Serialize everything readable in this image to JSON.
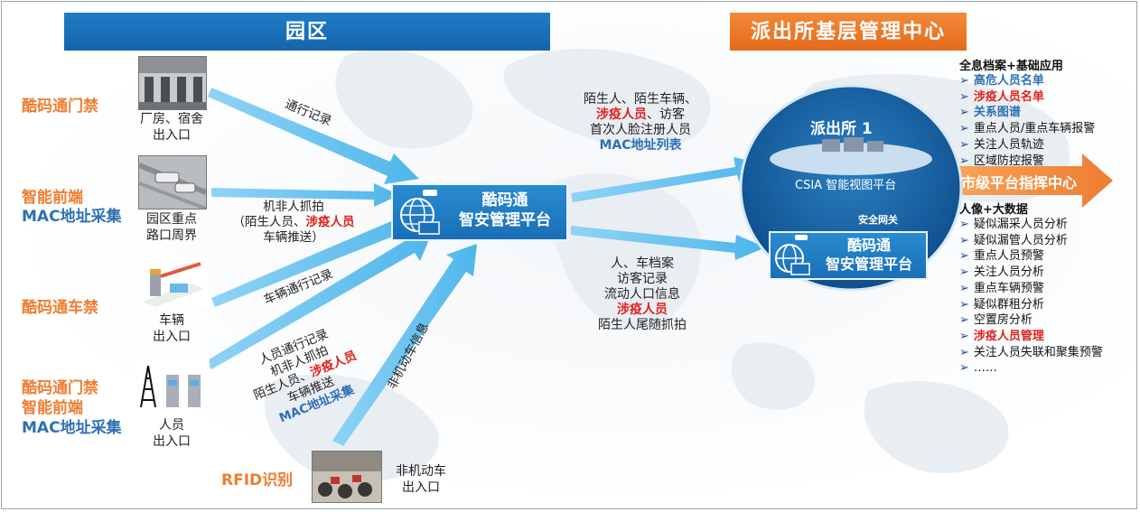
{
  "banners": {
    "park": "园区",
    "police": "派出所基层管理中心"
  },
  "left_labels": [
    {
      "text": "酷码通门禁",
      "color": "orange"
    },
    {
      "text": "智能前端",
      "color": "orange"
    },
    {
      "text": "MAC地址采集",
      "color": "blue"
    },
    {
      "text": "酷码通车禁",
      "color": "orange"
    },
    {
      "text": "酷码通门禁",
      "color": "orange"
    },
    {
      "text": "智能前端",
      "color": "orange"
    },
    {
      "text": "MAC地址采集",
      "color": "blue"
    },
    {
      "text": "RFID识别",
      "color": "orange"
    }
  ],
  "photo_captions": {
    "factory": [
      "厂房、宿舍",
      "出入口"
    ],
    "crossing": [
      "园区重点",
      "路口周界"
    ],
    "vehicle": [
      "车辆",
      "出入口"
    ],
    "person": [
      "人员",
      "出入口"
    ],
    "nonmotor": [
      "非机动车",
      "出入口"
    ]
  },
  "arrow_texts": {
    "pass_record": "通行记录",
    "nonmotor_capture": [
      "机非人抓拍",
      "（陌生人员、",
      "涉疫人员",
      "车辆推送）"
    ],
    "vehicle_record": "车辆通行记录",
    "person_lines": [
      "人员通行记录",
      "机非人抓拍",
      "陌生人员、",
      "涉疫人员",
      "车辆推送",
      "MAC地址采集"
    ],
    "nonmotor_info": "非机动车信息",
    "upper_flow": [
      "陌生人、陌生车辆、",
      "涉疫人员",
      "、访客",
      "首次人脸注册人员",
      "MAC地址列表"
    ],
    "lower_flow": [
      "人、车档案",
      "访客记录",
      "流动人口信息",
      "涉疫人员",
      "陌生人尾随抓拍"
    ]
  },
  "central_platform": {
    "line1": "酷码通",
    "line2": "智安管理平台"
  },
  "police_station": {
    "title": "派出所 1",
    "csia": "CSIA 智能视图平台",
    "gateway": "安全网关",
    "platform_line1": "酷码通",
    "platform_line2": "智安管理平台"
  },
  "city_command": "市级平台指挥中心",
  "right_list_top": {
    "title": "全息档案+基础应用",
    "items": [
      {
        "text": "高危人员名单",
        "style": "blue"
      },
      {
        "text": "涉疫人员名单",
        "style": "red"
      },
      {
        "text": "关系图谱",
        "style": "blue"
      },
      {
        "text": "重点人员/重点车辆报警",
        "style": "normal"
      },
      {
        "text": "关注人员轨迹",
        "style": "normal"
      },
      {
        "text": "区域防控报警",
        "style": "normal"
      }
    ]
  },
  "right_list_bottom": {
    "title": "人像+大数据",
    "items": [
      {
        "text": "疑似漏采人员分析",
        "style": "normal"
      },
      {
        "text": "疑似漏管人员分析",
        "style": "normal"
      },
      {
        "text": "重点人员预警",
        "style": "normal"
      },
      {
        "text": "关注人员分析",
        "style": "normal"
      },
      {
        "text": "重点车辆预警",
        "style": "normal"
      },
      {
        "text": "疑似群租分析",
        "style": "normal"
      },
      {
        "text": "空置房分析",
        "style": "normal"
      },
      {
        "text": "涉疫人员管理",
        "style": "red"
      },
      {
        "text": "关注人员失联和聚集预警",
        "style": "normal"
      },
      {
        "text": "……",
        "style": "normal"
      }
    ]
  },
  "chevron": "➢",
  "colors": {
    "arrow": "#62c1ef",
    "primary_blue": "#1a6fb7",
    "orange": "#ee7d31",
    "red": "#e0201c",
    "label_blue": "#2f6fb5"
  }
}
